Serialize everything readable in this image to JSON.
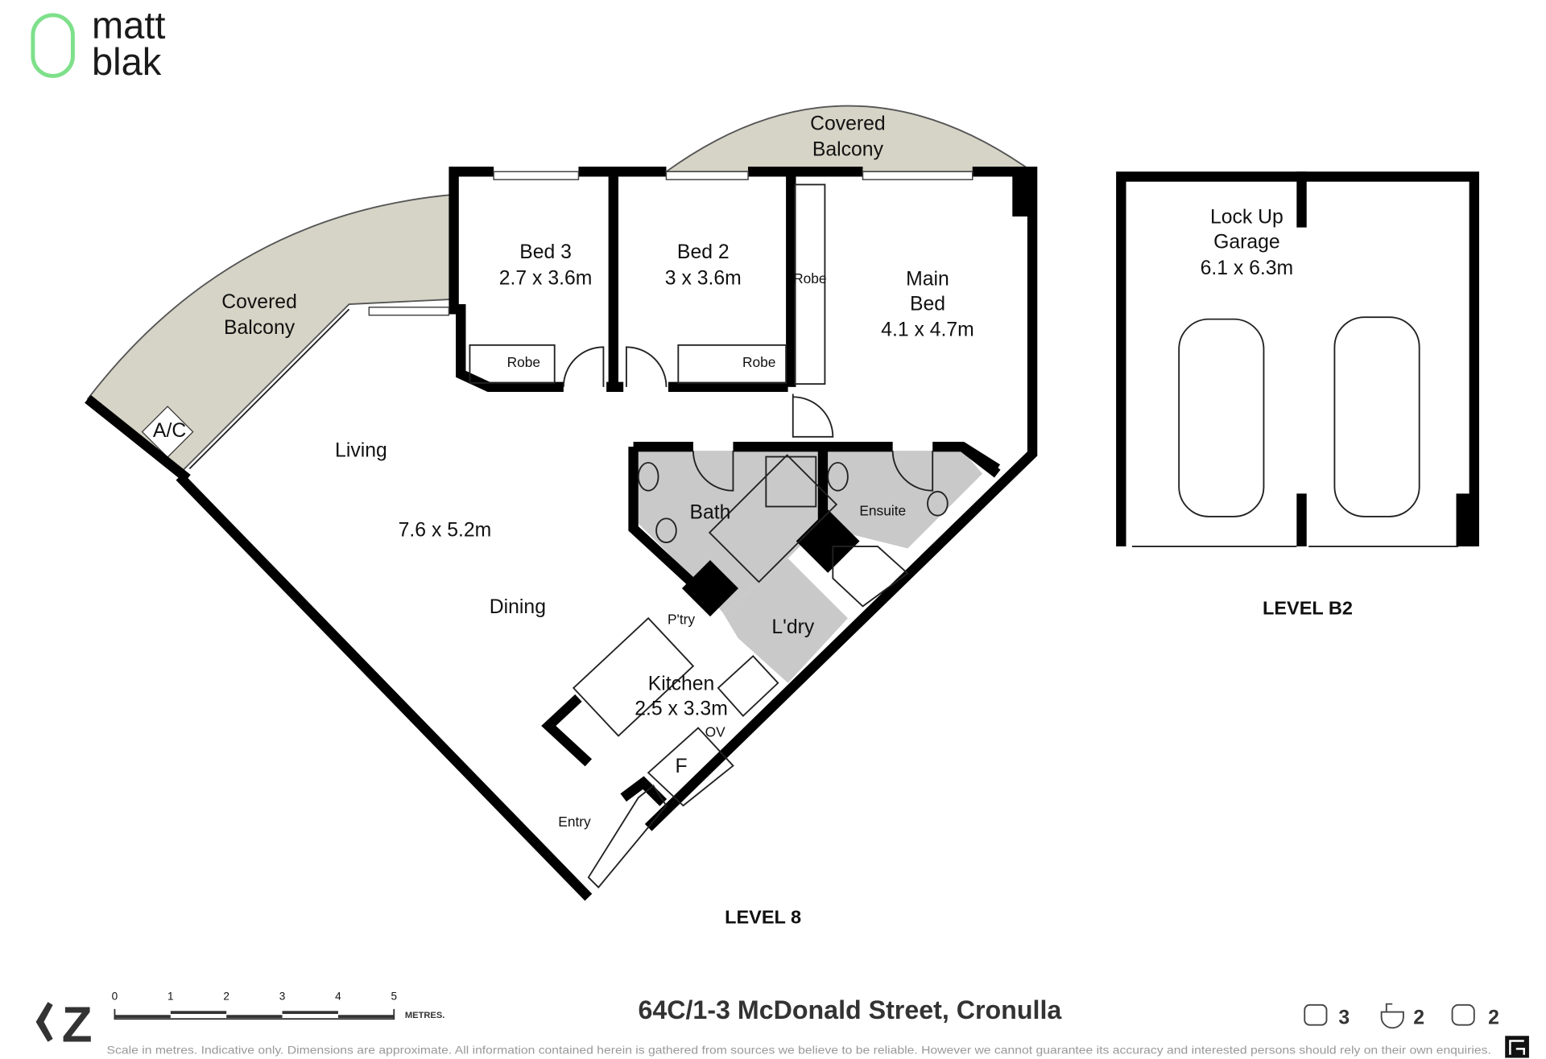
{
  "logo": {
    "line1": "matt",
    "line2": "blak",
    "accent": "#7ee08a"
  },
  "rooms": {
    "covered_balcony_left": [
      "Covered",
      "Balcony"
    ],
    "covered_balcony_top": [
      "Covered",
      "Balcony"
    ],
    "ac": "A/C",
    "bed3": [
      "Bed 3",
      "2.7 x 3.6m"
    ],
    "bed2": [
      "Bed 2",
      "3 x 3.6m"
    ],
    "main_bed": [
      "Main",
      "Bed",
      "4.1 x 4.7m"
    ],
    "robe": "Robe",
    "living": "Living",
    "living_dims": "7.6 x 5.2m",
    "dining": "Dining",
    "bath": "Bath",
    "ensuite": "Ensuite",
    "pantry": "P'try",
    "laundry": "L'dry",
    "kitchen": [
      "Kitchen",
      "2.5 x 3.3m"
    ],
    "oven": "OV",
    "fridge": "F",
    "entry": "Entry",
    "garage": [
      "Lock Up",
      "Garage",
      "6.1 x 6.3m"
    ]
  },
  "levels": {
    "main": "LEVEL 8",
    "garage": "LEVEL B2"
  },
  "scale": {
    "ticks": [
      "0",
      "1",
      "2",
      "3",
      "4",
      "5"
    ],
    "unit": "METRES."
  },
  "address": "64C/1-3 McDonald Street, Cronulla",
  "features": {
    "beds": "3",
    "baths": "2",
    "cars": "2"
  },
  "disclaimer": "Scale in metres. Indicative only. Dimensions are approximate. All information contained herein is gathered from sources we believe to be reliable. However we cannot guarantee its accuracy and interested persons should rely on their own enquiries."
}
